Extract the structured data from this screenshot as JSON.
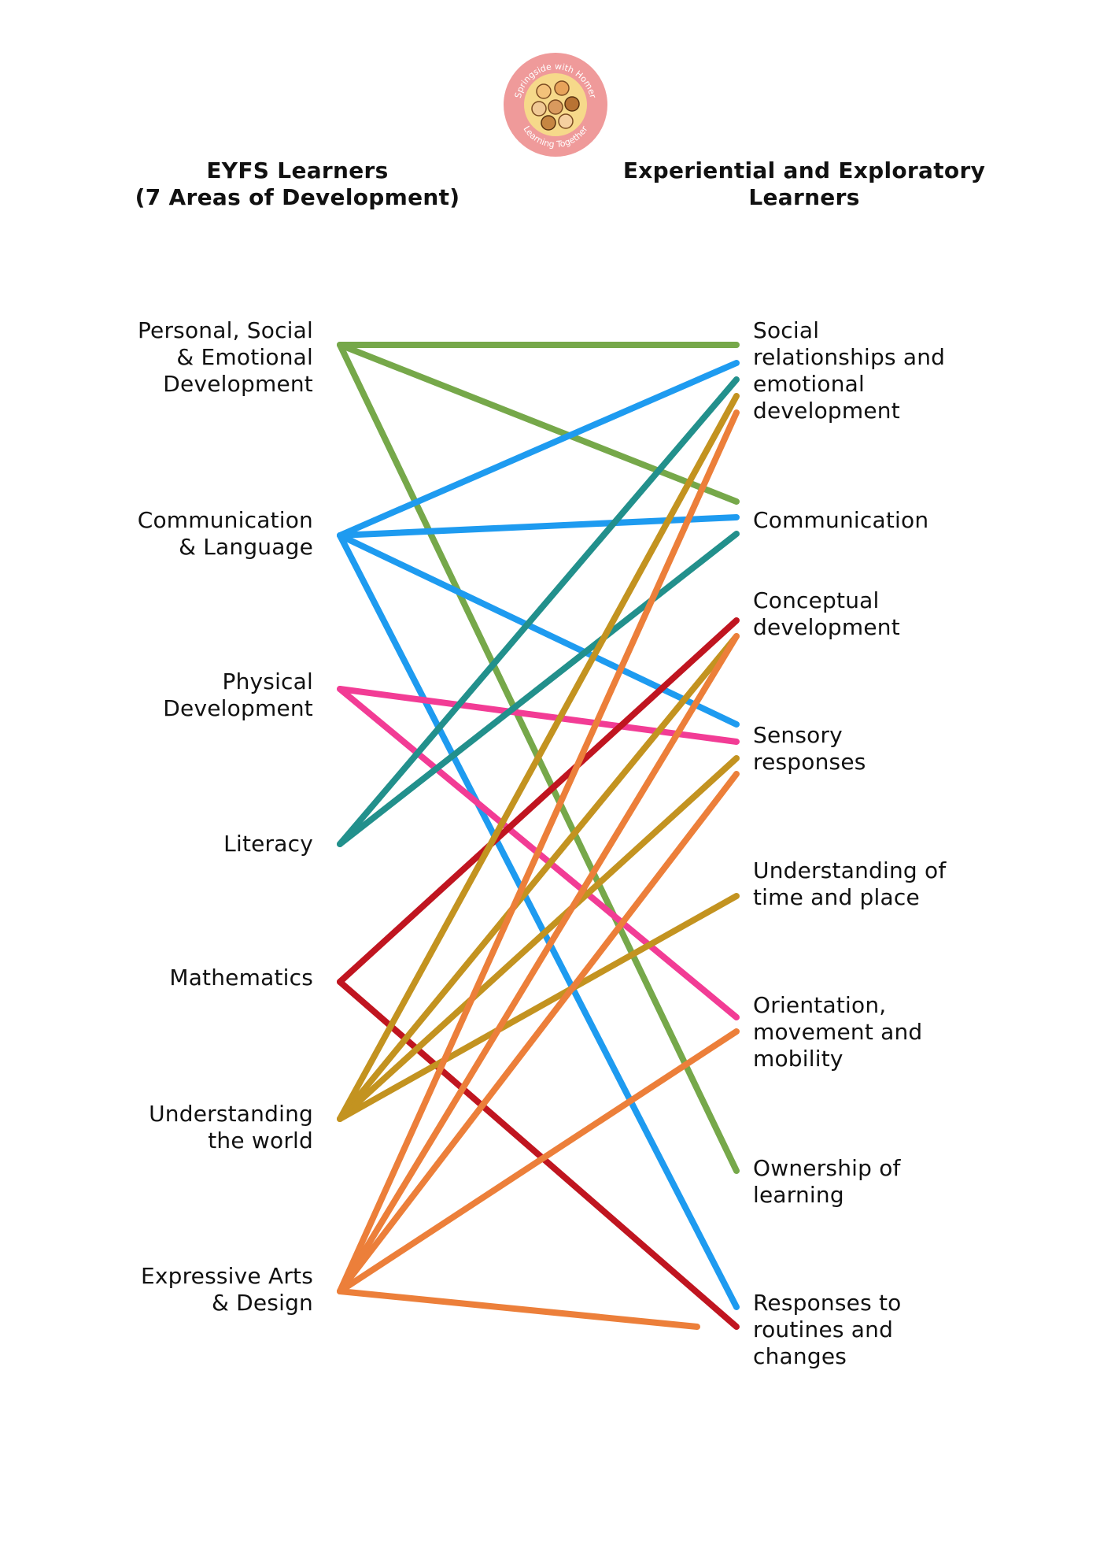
{
  "logo": {
    "text_top": "Springside with Homer",
    "text_bottom": "Learning Together"
  },
  "headers": {
    "left": "EYFS Learners\n(7 Areas of Development)",
    "right": "Experiential and Exploratory\nLearners"
  },
  "left_nodes": [
    {
      "id": "L1",
      "label": "Personal, Social\n& Emotional\nDevelopment"
    },
    {
      "id": "L2",
      "label": "Communication\n& Language"
    },
    {
      "id": "L3",
      "label": "Physical\nDevelopment"
    },
    {
      "id": "L4",
      "label": "Literacy"
    },
    {
      "id": "L5",
      "label": "Mathematics"
    },
    {
      "id": "L6",
      "label": "Understanding\nthe world"
    },
    {
      "id": "L7",
      "label": "Expressive Arts\n& Design"
    }
  ],
  "right_nodes": [
    {
      "id": "R1",
      "label": "Social\nrelationships and\nemotional\ndevelopment"
    },
    {
      "id": "R2",
      "label": "Communication"
    },
    {
      "id": "R3",
      "label": "Conceptual\ndevelopment"
    },
    {
      "id": "R4",
      "label": "Sensory\nresponses"
    },
    {
      "id": "R5",
      "label": "Understanding of\ntime and place"
    },
    {
      "id": "R6",
      "label": "Orientation,\nmovement and\nmobility"
    },
    {
      "id": "R7",
      "label": "Ownership of\nlearning"
    },
    {
      "id": "R8",
      "label": "Responses to\nroutines and\nchanges"
    }
  ],
  "colors": {
    "L1": "#76a84a",
    "L2": "#1e9bf0",
    "L3": "#f23c95",
    "L4": "#22908c",
    "L5": "#c01520",
    "L6": "#c39320",
    "L7": "#ec7f3a"
  },
  "links": [
    {
      "from": "L1",
      "to": "R1"
    },
    {
      "from": "L1",
      "to": "R2"
    },
    {
      "from": "L1",
      "to": "R7"
    },
    {
      "from": "L2",
      "to": "R1"
    },
    {
      "from": "L2",
      "to": "R2"
    },
    {
      "from": "L2",
      "to": "R4"
    },
    {
      "from": "L2",
      "to": "R8"
    },
    {
      "from": "L3",
      "to": "R4"
    },
    {
      "from": "L3",
      "to": "R6"
    },
    {
      "from": "L4",
      "to": "R1"
    },
    {
      "from": "L4",
      "to": "R2"
    },
    {
      "from": "L5",
      "to": "R3"
    },
    {
      "from": "L5",
      "to": "R8"
    },
    {
      "from": "L6",
      "to": "R1"
    },
    {
      "from": "L6",
      "to": "R3"
    },
    {
      "from": "L6",
      "to": "R4"
    },
    {
      "from": "L6",
      "to": "R5"
    },
    {
      "from": "L7",
      "to": "R1"
    },
    {
      "from": "L7",
      "to": "R3"
    },
    {
      "from": "L7",
      "to": "R4"
    },
    {
      "from": "L7",
      "to": "R6"
    },
    {
      "from": "L7",
      "to": "R8"
    }
  ]
}
